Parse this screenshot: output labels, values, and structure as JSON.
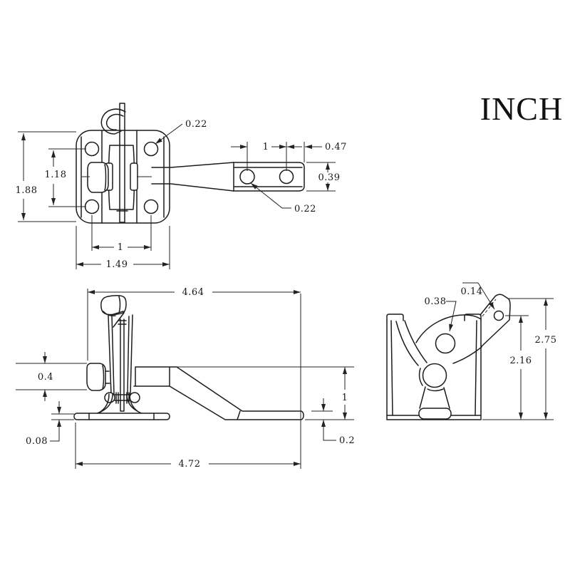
{
  "unit": {
    "label": "INCH"
  },
  "top_view": {
    "hole_dia_plate": "0.22",
    "plate_height": "1.88",
    "hole_spacing_vertical": "1.18",
    "hole_spacing_horizontal": "1",
    "plate_width": "1.49",
    "strap_hole_spacing": "1",
    "strap_end_offset": "0.47",
    "strap_width": "0.39",
    "hole_dia_strap": "0.22"
  },
  "side_view": {
    "length_top": "4.64",
    "catch_height": "0.4",
    "base_thickness": "0.08",
    "length_overall": "4.72",
    "drop_height": "1",
    "rod_thickness": "0.2"
  },
  "end_view": {
    "hole_dia_lever": "0.38",
    "hole_dia_tab": "0.14",
    "overall_height": "2.75",
    "pivot_height": "2.16"
  }
}
